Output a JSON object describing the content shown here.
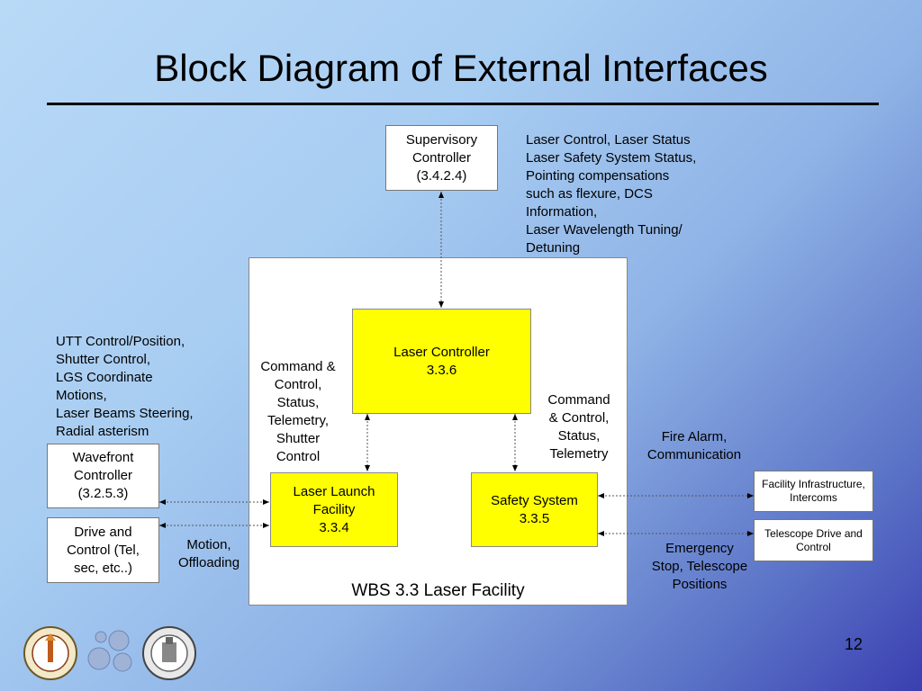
{
  "slide": {
    "title": "Block Diagram of External Interfaces",
    "page_number": "12"
  },
  "boxes": {
    "supervisory": "Supervisory\nController\n(3.4.2.4)",
    "laser_controller": "Laser Controller\n3.3.6",
    "laser_launch": "Laser Launch\nFacility\n3.3.4",
    "safety_system": "Safety System\n3.3.5",
    "wavefront": "Wavefront\nController\n(3.2.5.3)",
    "drive_control": "Drive and\nControl (Tel,\nsec, etc..)",
    "facility_infra": "Facility Infrastructure,\nIntercoms",
    "telescope_drive": "Telescope Drive and\nControl",
    "wbs_label": "WBS 3.3 Laser Facility"
  },
  "labels": {
    "laser_control_status": "Laser Control, Laser Status\nLaser Safety System Status,\nPointing compensations\nsuch as flexure, DCS\nInformation,\nLaser Wavelength Tuning/\nDetuning",
    "utt_control": "UTT Control/Position,\nShutter Control,\nLGS Coordinate\nMotions,\nLaser Beams Steering,\nRadial asterism",
    "command_left": "Command &\nControl,\nStatus,\nTelemetry,\nShutter\nControl",
    "command_right": "Command\n& Control,\nStatus,\nTelemetry",
    "fire_alarm": "Fire Alarm,\nCommunication",
    "motion": "Motion,\nOffloading",
    "emergency": "Emergency\nStop, Telescope\nPositions"
  },
  "colors": {
    "accent_box": "#ffff00",
    "background_start": "#b9d9f7",
    "background_end": "#3a3fb0"
  },
  "icons": [
    "caltech-seal-icon",
    "hexagon-mirror-icon",
    "uc-seal-icon"
  ]
}
